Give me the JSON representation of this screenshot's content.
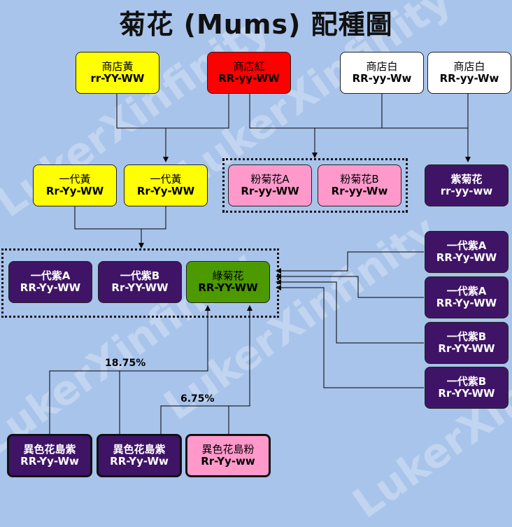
{
  "title": "菊花 (Mums) 配種圖",
  "watermark": "LukerXinfinity",
  "nodes": {
    "shop_yellow": {
      "name": "商店黃",
      "gene": "rr-YY-WW"
    },
    "shop_red": {
      "name": "商店紅",
      "gene": "RR-yy-WW"
    },
    "shop_white1": {
      "name": "商店白",
      "gene": "RR-yy-Ww"
    },
    "shop_white2": {
      "name": "商店白",
      "gene": "RR-yy-Ww"
    },
    "gen1_yellow1": {
      "name": "一代黃",
      "gene": "Rr-Yy-WW"
    },
    "gen1_yellow2": {
      "name": "一代黃",
      "gene": "Rr-Yy-WW"
    },
    "pink_a": {
      "name": "粉菊花A",
      "gene": "Rr-yy-WW"
    },
    "pink_b": {
      "name": "粉菊花B",
      "gene": "Rr-yy-Ww"
    },
    "purple_mum": {
      "name": "紫菊花",
      "gene": "rr-yy-ww"
    },
    "gen1_purple_a": {
      "name": "一代紫A",
      "gene": "RR-Yy-WW"
    },
    "gen1_purple_b": {
      "name": "一代紫B",
      "gene": "Rr-YY-WW"
    },
    "green_mum": {
      "name": "綠菊花",
      "gene": "RR-YY-WW"
    },
    "right_purple_a1": {
      "name": "一代紫A",
      "gene": "RR-Yy-WW"
    },
    "right_purple_a2": {
      "name": "一代紫A",
      "gene": "RR-Yy-WW"
    },
    "right_purple_b1": {
      "name": "一代紫B",
      "gene": "Rr-YY-WW"
    },
    "right_purple_b2": {
      "name": "一代紫B",
      "gene": "Rr-YY-WW"
    },
    "island_purple1": {
      "name": "異色花島紫",
      "gene": "RR-Yy-Ww"
    },
    "island_purple2": {
      "name": "異色花島紫",
      "gene": "RR-Yy-Ww"
    },
    "island_pink": {
      "name": "異色花島粉",
      "gene": "Rr-Yy-ww"
    }
  },
  "probabilities": {
    "p1": "18.75%",
    "p2": "6.75%"
  },
  "colors": {
    "yellow": "#ffff00",
    "red": "#ff0000",
    "white": "#ffffff",
    "pink": "#ff99cc",
    "purple": "#3f1466",
    "green": "#4d9900",
    "background": "#a9c4eb"
  }
}
